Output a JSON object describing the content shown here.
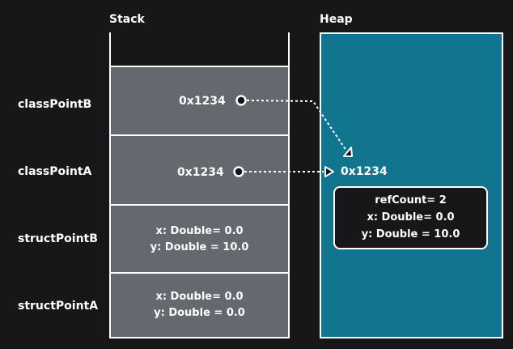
{
  "headers": {
    "stack": "Stack",
    "heap": "Heap"
  },
  "variables": [
    {
      "name": "classPointB",
      "value": "0x1234"
    },
    {
      "name": "classPointA",
      "value": "0x1234"
    },
    {
      "name": "structPointB",
      "lines": [
        "x: Double= 0.0",
        "y: Double = 10.0"
      ]
    },
    {
      "name": "structPointA",
      "lines": [
        "x: Double= 0.0",
        "y: Double = 0.0"
      ]
    }
  ],
  "heap": {
    "address": "0x1234",
    "object_lines": [
      "refCount= 2",
      "x: Double= 0.0",
      "y: Double = 10.0"
    ]
  },
  "colors": {
    "background": "#17171a",
    "stack_cell": "#666870",
    "heap": "#127590",
    "line": "#ffffff"
  }
}
